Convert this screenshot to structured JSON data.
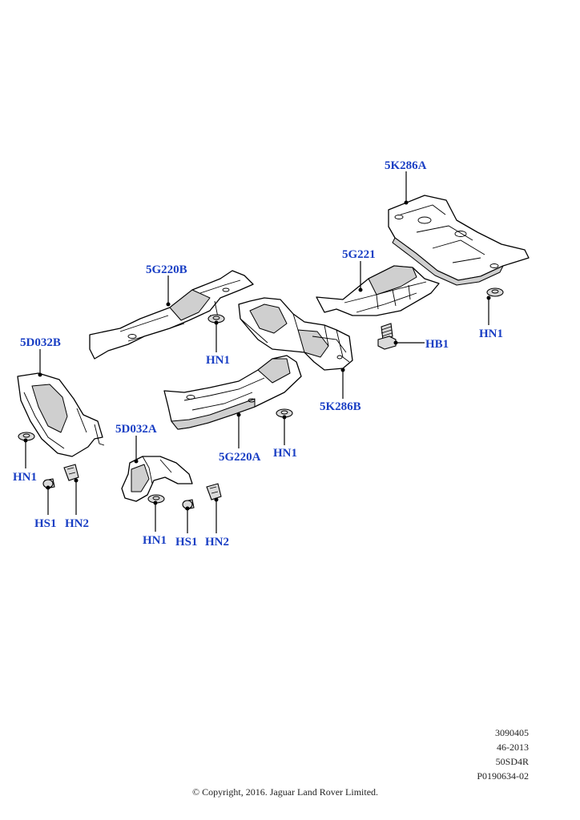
{
  "parts": [
    {
      "id": "5K286A",
      "label": "5K286A"
    },
    {
      "id": "5G221",
      "label": "5G221"
    },
    {
      "id": "5G220B",
      "label": "5G220B"
    },
    {
      "id": "5D032B",
      "label": "5D032B"
    },
    {
      "id": "5K286B",
      "label": "5K286B"
    },
    {
      "id": "5G220A",
      "label": "5G220A"
    },
    {
      "id": "5D032A",
      "label": "5D032A"
    },
    {
      "id": "HB1",
      "label": "HB1"
    }
  ],
  "fastener_labels": {
    "hn1": "HN1",
    "hs1": "HS1",
    "hn2": "HN2"
  },
  "reference": {
    "line1": "3090405",
    "line2": "46-2013",
    "line3": "50SD4R",
    "line4": "P0190634-02"
  },
  "copyright": "© Copyright, 2016. Jaguar Land Rover Limited.",
  "colors": {
    "label": "#1a3fc4",
    "line": "#000000",
    "shade": "#cfcfcf"
  }
}
